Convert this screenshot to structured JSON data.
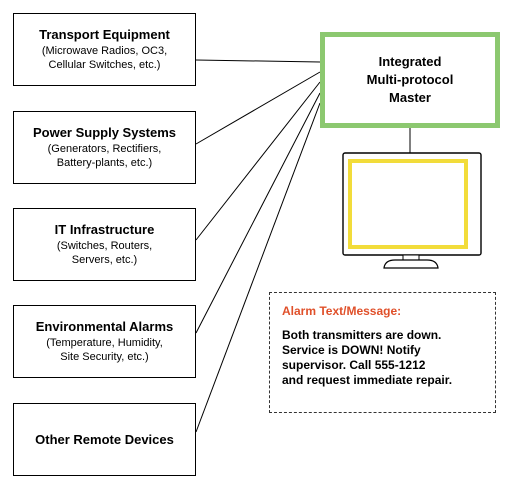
{
  "devices": [
    {
      "title": "Transport Equipment",
      "subtitle": "(Microwave Radios, OC3,\nCellular Switches, etc.)"
    },
    {
      "title": "Power Supply Systems",
      "subtitle": "(Generators, Rectifiers,\nBattery-plants, etc.)"
    },
    {
      "title": "IT Infrastructure",
      "subtitle": "(Switches, Routers,\nServers, etc.)"
    },
    {
      "title": "Environmental Alarms",
      "subtitle": "(Temperature, Humidity,\nSite Security, etc.)"
    },
    {
      "title": "Other Remote Devices",
      "subtitle": ""
    }
  ],
  "master": {
    "label": "Integrated\nMulti-protocol\nMaster",
    "border_color": "#8cc870"
  },
  "monitor": {
    "icon": "monitor-icon",
    "screen_color": "#f2dc3a"
  },
  "alarm": {
    "title": "Alarm Text/Message:",
    "title_color": "#e0502a",
    "body": "Both transmitters are down.\nService is DOWN! Notify\nsupervisor. Call 555-1212\nand request immediate repair."
  }
}
